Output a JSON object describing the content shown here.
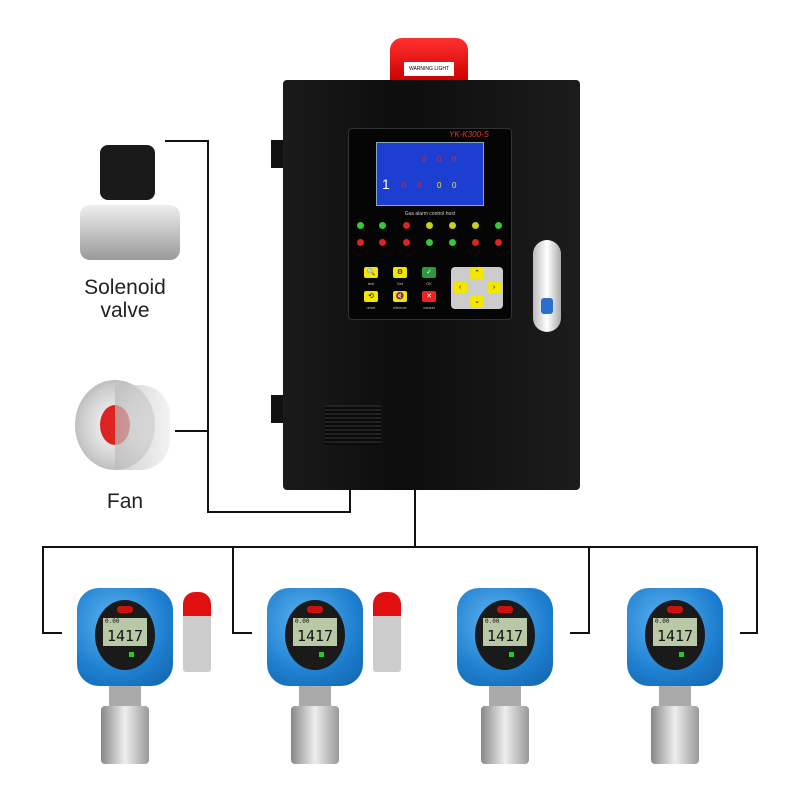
{
  "labels": {
    "solenoid": "Solenoid\nvalve",
    "solenoid_l1": "Solenoid",
    "solenoid_l2": "valve",
    "fan": "Fan"
  },
  "controller": {
    "model": "YK-K300-S",
    "title": "Gas alarm control host",
    "warning_light": "WARNING LIGHT",
    "buttons": [
      "test",
      "Set",
      "OK",
      "reset",
      "silencer",
      "cancel"
    ],
    "screen": {
      "main_value": "1",
      "values": [
        "0",
        "0",
        "0",
        "0",
        "0",
        "0",
        "0"
      ]
    }
  },
  "detectors": [
    {
      "reading": "1417",
      "top": "0.00",
      "has_light": true
    },
    {
      "reading": "1417",
      "top": "0.00",
      "has_light": true
    },
    {
      "reading": "1417",
      "top": "0.00",
      "has_light": false
    },
    {
      "reading": "1417",
      "top": "0.00",
      "has_light": false
    }
  ],
  "colors": {
    "detector_blue": "#1e7fd0",
    "button_yellow": "#f3e600",
    "screen_blue": "#1d3fd1",
    "warning_red": "#e01010"
  }
}
